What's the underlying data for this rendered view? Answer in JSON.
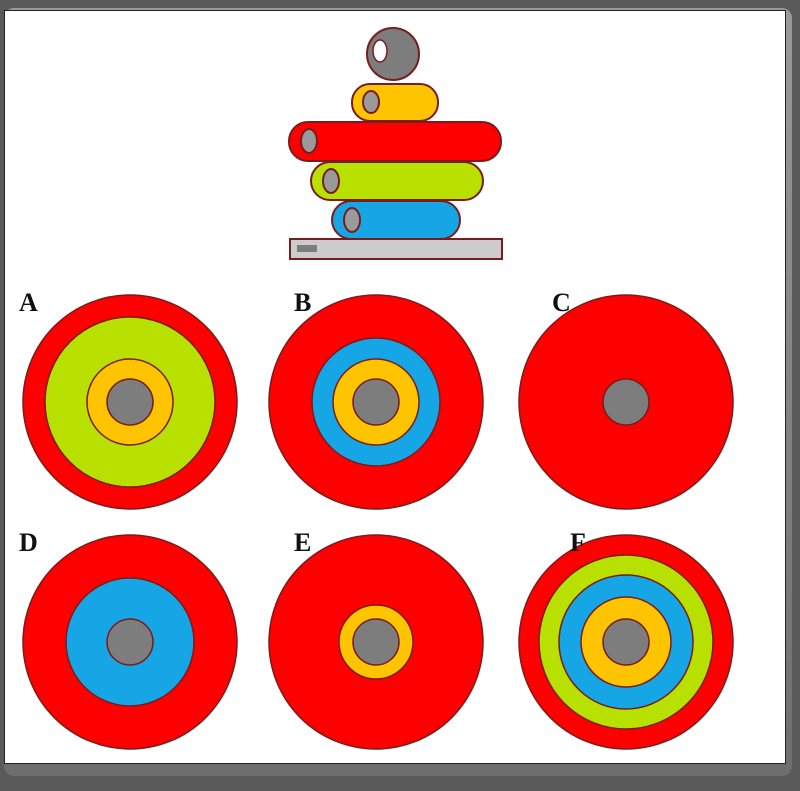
{
  "colors": {
    "red": "#ff0000",
    "green": "#b8e000",
    "blue": "#16a6e6",
    "yellow": "#ffc400",
    "gray": "#7d7d7d",
    "outline": "#7a1c1c"
  },
  "options": [
    {
      "label": "A",
      "rings": [
        "red",
        "green",
        "yellow",
        "gray"
      ]
    },
    {
      "label": "B",
      "rings": [
        "red",
        "blue",
        "yellow",
        "gray"
      ]
    },
    {
      "label": "C",
      "rings": [
        "red",
        "gray"
      ]
    },
    {
      "label": "D",
      "rings": [
        "red",
        "blue",
        "gray"
      ]
    },
    {
      "label": "E",
      "rings": [
        "red",
        "yellow",
        "gray"
      ]
    },
    {
      "label": "F",
      "rings": [
        "red",
        "green",
        "blue",
        "yellow",
        "gray"
      ]
    }
  ]
}
